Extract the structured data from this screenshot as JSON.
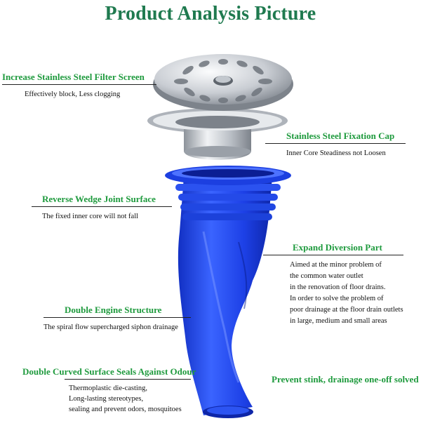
{
  "title": "Product Analysis Picture",
  "annotations": [
    {
      "heading": "Increase Stainless Steel Filter Screen",
      "lines": [
        "Effectively block, Less clogging"
      ]
    },
    {
      "heading": "Stainless Steel Fixation Cap",
      "lines": [
        "Inner Core Steadiness not Loosen"
      ]
    },
    {
      "heading": "Reverse Wedge Joint Surface",
      "lines": [
        "The fixed inner core will not fall"
      ]
    },
    {
      "heading": "Expand Diversion Part",
      "lines": [
        "Aimed at the minor problem of",
        "the common water outlet",
        "in the renovation of floor drains.",
        "In order to solve the problem of",
        "poor drainage at the floor drain outlets",
        "in large, medium and small areas"
      ]
    },
    {
      "heading": "Double Engine Structure",
      "lines": [
        "The spiral flow supercharged siphon drainage"
      ]
    },
    {
      "heading": "Double Curved Surface Seals Against Odour",
      "lines": [
        "Thermoplastic die-casting,",
        "Long-lasting stereotypes,",
        "sealing and prevent odors, mosquitoes"
      ]
    }
  ],
  "footer_note": "Prevent stink, drainage one-off solved",
  "colors": {
    "title": "#1f7a4f",
    "heading": "#1e9a3d",
    "silicone_blue": "#1c3fe0",
    "steel": "#c8ccd2"
  }
}
